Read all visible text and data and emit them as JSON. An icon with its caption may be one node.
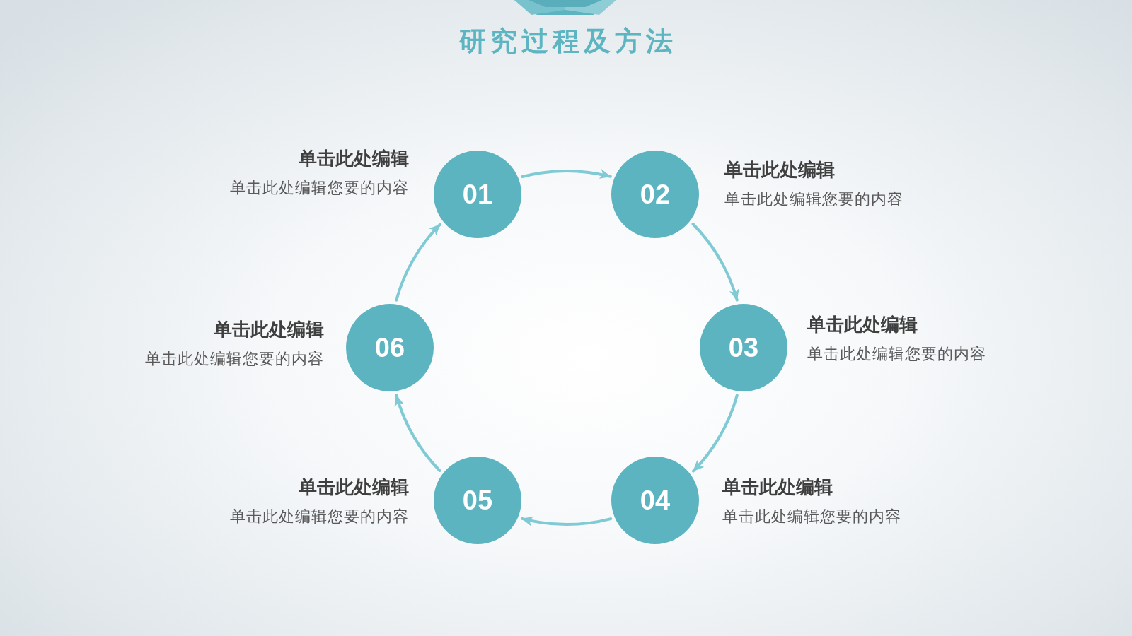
{
  "diagram": {
    "title": "研究过程及方法",
    "nodes": [
      {
        "text": [
          "01"
        ],
        "beside": [
          "单击此处编辑",
          "单击此处编辑您要的内容"
        ]
      },
      {
        "text": [
          "02"
        ],
        "beside": [
          "单击此处编辑",
          "单击此处编辑您要的内容"
        ]
      },
      {
        "text": [
          "03"
        ],
        "beside": [
          "单击此处编辑",
          "单击此处编辑您要的内容"
        ]
      },
      {
        "text": [
          "04"
        ],
        "beside": [
          "单击此处编辑",
          "单击此处编辑您要的内容"
        ]
      },
      {
        "text": [
          "05"
        ],
        "beside": [
          "单击此处编辑",
          "单击此处编辑您要的内容"
        ]
      },
      {
        "text": [
          "06"
        ],
        "beside": [
          "单击此处编辑",
          "单击此处编辑您要的内容"
        ]
      }
    ],
    "edges": [
      {
        "from": 0,
        "to": 1,
        "arrow": "to"
      },
      {
        "from": 1,
        "to": 2,
        "arrow": "to"
      },
      {
        "from": 2,
        "to": 3,
        "arrow": "to"
      },
      {
        "from": 3,
        "to": 4,
        "arrow": "to"
      },
      {
        "from": 4,
        "to": 5,
        "arrow": "to"
      },
      {
        "from": 5,
        "to": 0,
        "arrow": "to"
      }
    ]
  }
}
